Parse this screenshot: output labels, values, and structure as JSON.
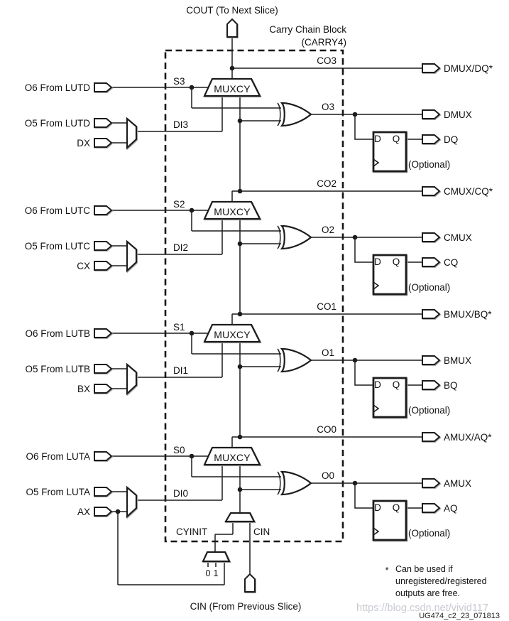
{
  "header": {
    "cout_label": "COUT (To Next Slice)",
    "block_label_line1": "Carry Chain Block",
    "block_label_line2": "(CARRY4)"
  },
  "rows": [
    {
      "o6_label": "O6 From LUTD",
      "o5_label": "O5 From LUTD",
      "x_label": "DX",
      "s_label": "S3",
      "di_label": "DI3",
      "co_label": "CO3",
      "o_label": "O3",
      "mux_label": "MUXCY",
      "ff_d": "D",
      "ff_q": "Q",
      "out_combined": "DMUX/DQ*",
      "out_mux": "DMUX",
      "out_q": "DQ",
      "optional_label": "(Optional)"
    },
    {
      "o6_label": "O6 From LUTC",
      "o5_label": "O5 From LUTC",
      "x_label": "CX",
      "s_label": "S2",
      "di_label": "DI2",
      "co_label": "CO2",
      "o_label": "O2",
      "mux_label": "MUXCY",
      "ff_d": "D",
      "ff_q": "Q",
      "out_combined": "CMUX/CQ*",
      "out_mux": "CMUX",
      "out_q": "CQ",
      "optional_label": "(Optional)"
    },
    {
      "o6_label": "O6 From LUTB",
      "o5_label": "O5 From LUTB",
      "x_label": "BX",
      "s_label": "S1",
      "di_label": "DI1",
      "co_label": "CO1",
      "o_label": "O1",
      "mux_label": "MUXCY",
      "ff_d": "D",
      "ff_q": "Q",
      "out_combined": "BMUX/BQ*",
      "out_mux": "BMUX",
      "out_q": "BQ",
      "optional_label": "(Optional)"
    },
    {
      "o6_label": "O6 From LUTA",
      "o5_label": "O5 From LUTA",
      "x_label": "AX",
      "s_label": "S0",
      "di_label": "DI0",
      "co_label": "CO0",
      "o_label": "O0",
      "mux_label": "MUXCY",
      "ff_d": "D",
      "ff_q": "Q",
      "out_combined": "AMUX/AQ*",
      "out_mux": "AMUX",
      "out_q": "AQ",
      "optional_label": "(Optional)"
    }
  ],
  "bottom": {
    "cyinit_label": "CYINIT",
    "cin_label": "CIN",
    "mux0": "0",
    "mux1": "1",
    "cin_port_label": "CIN (From Previous Slice)"
  },
  "footnote": {
    "marker": "*",
    "line1": "Can be used if",
    "line2": "unregistered/registered",
    "line3": "outputs are free."
  },
  "watermark": "https://blog.csdn.net/vivid117",
  "figure_id": "UG474_c2_23_071813",
  "colors": {
    "line": "#1c1c1c",
    "shadow": "#a8a8a8",
    "watermark": "#c7cbd0",
    "background": "#ffffff"
  }
}
